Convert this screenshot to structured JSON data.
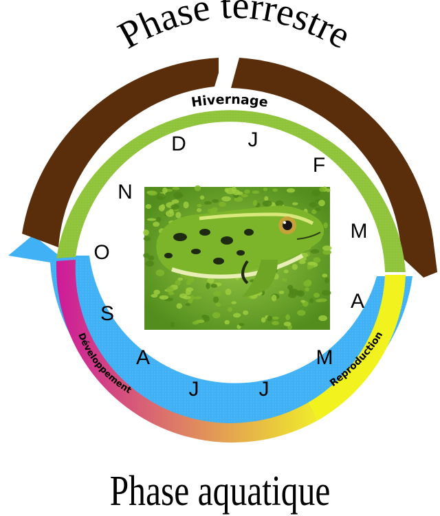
{
  "titles": {
    "top": "Phase terrestre",
    "bottom": "Phase aquatique"
  },
  "ring_labels": {
    "hibernation": "Hivernage",
    "reproduction": "Reproduction",
    "development": "Développement"
  },
  "months": [
    "D",
    "J",
    "F",
    "M",
    "A",
    "M",
    "J",
    "J",
    "A",
    "S",
    "O",
    "N"
  ],
  "center_image": {
    "subject": "green frog on duckweed"
  },
  "colors": {
    "terrestrial_arrow": "#5a2e0b",
    "aquatic_arrow": "#41b1f5",
    "hibernation_band": "#8fc43a",
    "reproduction_band": "#f2f21e",
    "development_band_start": "#cc1a9a",
    "development_band_end": "#f0ec2a"
  }
}
